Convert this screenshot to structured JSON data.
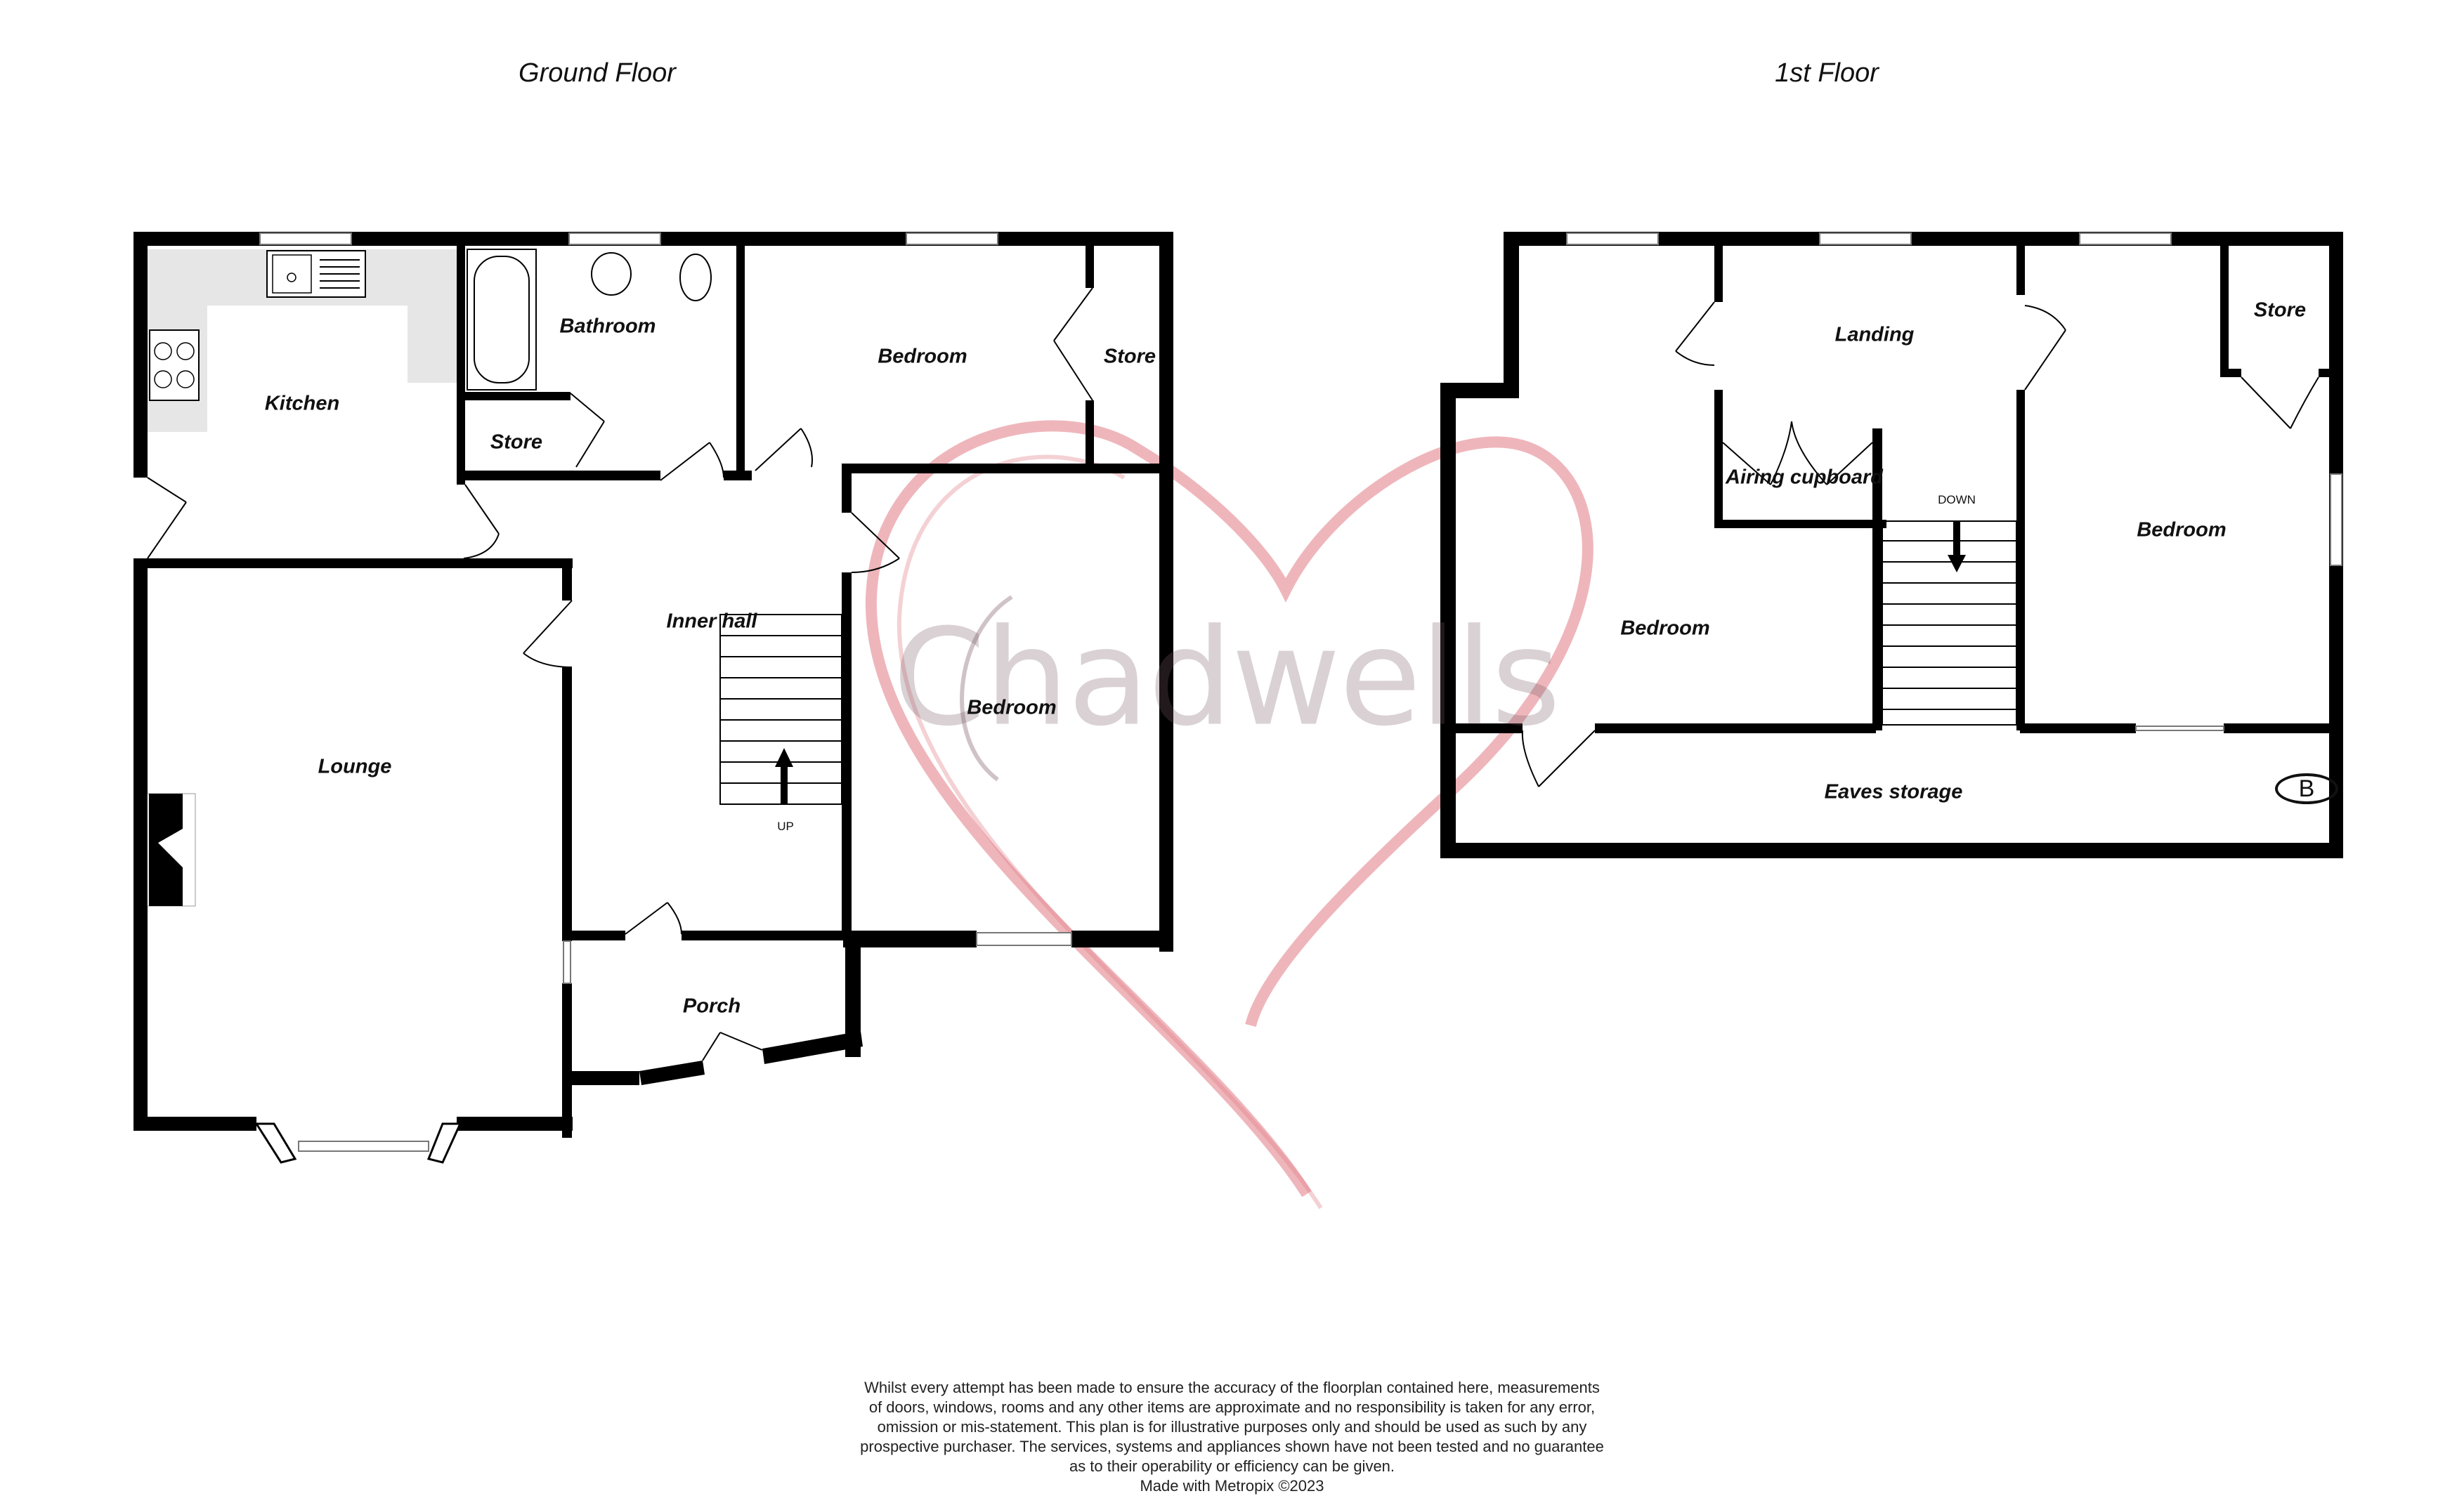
{
  "floors": {
    "ground": {
      "title": "Ground Floor",
      "rooms": {
        "kitchen": "Kitchen",
        "bathroom": "Bathroom",
        "bathroom_store": "Store",
        "bedroom_front": "Bedroom",
        "bedroom_store": "Store",
        "inner_hall": "Inner hall",
        "bedroom_rear": "Bedroom",
        "lounge": "Lounge",
        "porch": "Porch"
      },
      "stairs_label": "UP"
    },
    "first": {
      "title": "1st Floor",
      "rooms": {
        "landing": "Landing",
        "store": "Store",
        "airing_cupboard": "Airing cupboard",
        "bedroom_left": "Bedroom",
        "bedroom_right": "Bedroom",
        "eaves_storage": "Eaves storage"
      },
      "stairs_label": "DOWN",
      "boiler_symbol": "B"
    }
  },
  "watermark": {
    "text": "Chadwells",
    "heart_color": "#e07a84"
  },
  "colors": {
    "wall": "#000000",
    "counter": "#e6e6e6",
    "background": "#ffffff"
  },
  "disclaimer": {
    "lines": [
      "Whilst every attempt has been made to ensure the accuracy of the floorplan contained here, measurements",
      "of doors, windows, rooms and any other items are approximate and no responsibility is taken for any error,",
      "omission or mis-statement. This plan is for illustrative purposes only and should be used as such by any",
      "prospective purchaser. The services, systems and appliances shown have not been tested and no guarantee",
      "as to their operability or efficiency can be given."
    ],
    "credit": "Made with Metropix ©2023"
  }
}
